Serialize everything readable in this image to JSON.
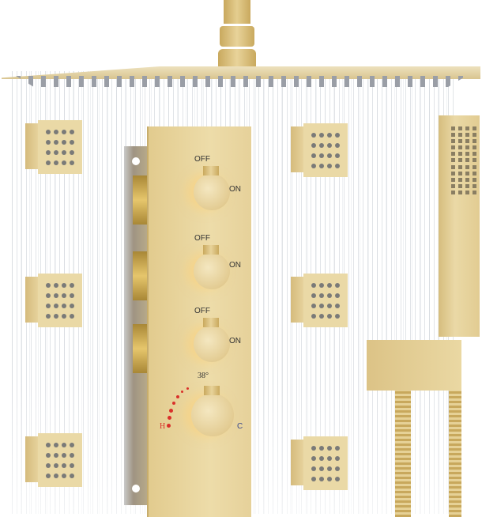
{
  "image": {
    "subject": "Brushed gold ceiling-mount rain shower system with thermostatic valve, six body jets and handheld shower",
    "colors": {
      "gold": "#e6d29c",
      "dark_gold": "#c9a95e",
      "nozzle_gray": "#9a9ea6",
      "hot_red": "#d9302a",
      "background": "#ffffff"
    }
  },
  "valve_panel": {
    "diverters": [
      {
        "off_label": "OFF",
        "on_label": "ON"
      },
      {
        "off_label": "OFF",
        "on_label": "ON"
      },
      {
        "off_label": "OFF",
        "on_label": "ON"
      }
    ],
    "thermostat": {
      "temp_label": "38°",
      "hot_label": "H",
      "cold_label": "C"
    }
  },
  "components": {
    "rain_head": "rain-shower-head",
    "body_jets": 6,
    "handheld": "handheld-shower"
  }
}
